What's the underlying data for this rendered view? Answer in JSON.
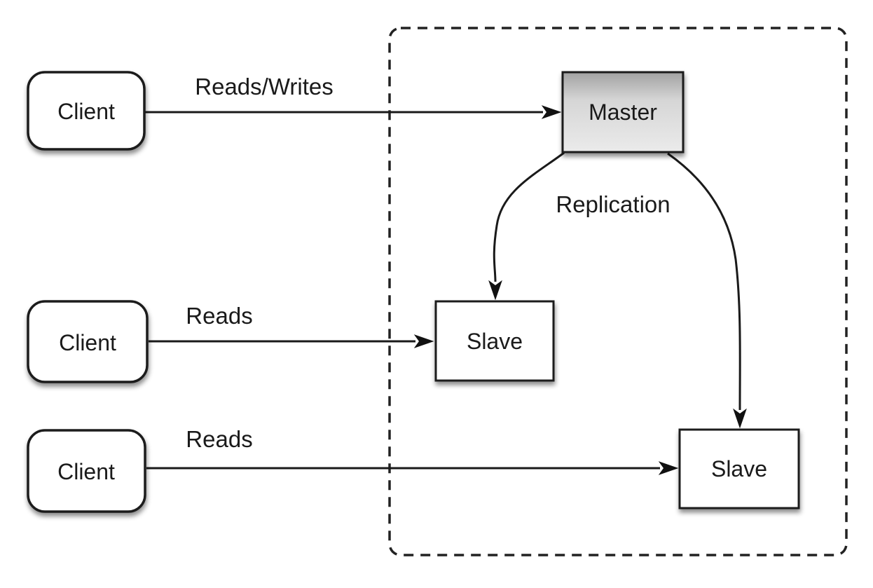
{
  "diagram": {
    "type": "master-slave-replication-topology",
    "background": "#ffffff",
    "line_color": "#1a1a1a",
    "boundary": {
      "style": "dashed-rounded-rectangle",
      "color": "#222222"
    },
    "nodes": {
      "master": {
        "label": "Master",
        "fill_top": "#a2a2a2",
        "fill_mid": "#d6d6d6",
        "fill_bottom": "#ebebeb"
      },
      "slave_top": {
        "label": "Slave",
        "fill": "#ffffff"
      },
      "slave_bottom": {
        "label": "Slave",
        "fill": "#ffffff"
      },
      "clients": [
        {
          "label": "Client"
        },
        {
          "label": "Client"
        },
        {
          "label": "Client"
        }
      ]
    },
    "edges": {
      "client1_to_master": {
        "label": "Reads/Writes",
        "from": "Client (top)",
        "to": "Master"
      },
      "client2_to_slave_top": {
        "label": "Reads",
        "from": "Client (middle)",
        "to": "Slave (upper)"
      },
      "client3_to_slave_bottom": {
        "label": "Reads",
        "from": "Client (bottom)",
        "to": "Slave (lower)"
      },
      "master_to_slaves": {
        "label": "Replication",
        "from": "Master",
        "to": "Slave (upper), Slave (lower)"
      }
    }
  }
}
